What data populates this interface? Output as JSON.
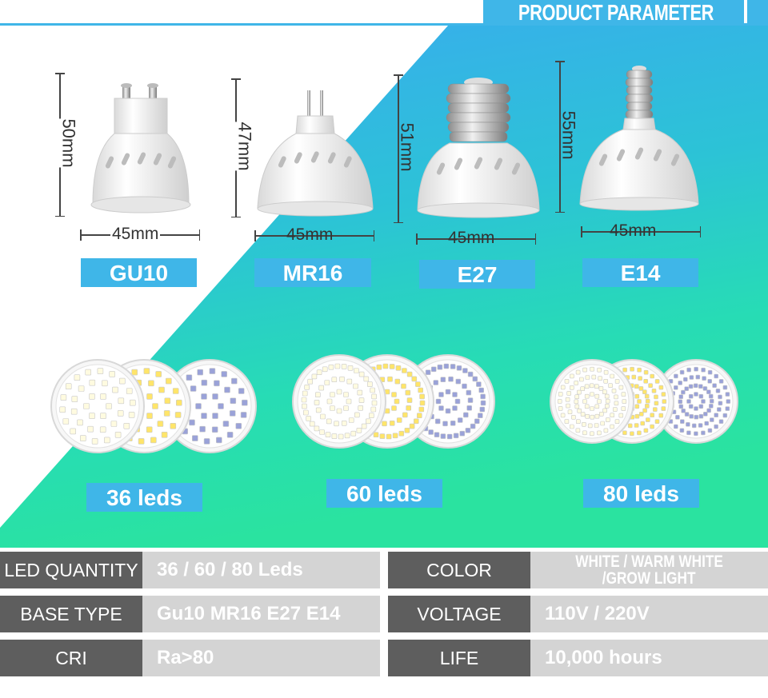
{
  "header": {
    "title": "PRODUCT PARAMETER"
  },
  "colors": {
    "accent": "#3fb6e8",
    "gradient_top": "#3aaaf0",
    "gradient_mid": "#27d1c8",
    "gradient_low": "#27e6a6",
    "label_bg": "#5e5e5e",
    "value_bg": "#d4d4d4"
  },
  "bulbs": [
    {
      "type": "GU10",
      "height": "50mm",
      "width": "45mm"
    },
    {
      "type": "MR16",
      "height": "47mm",
      "width": "45mm"
    },
    {
      "type": "E27",
      "height": "51mm",
      "width": "45mm"
    },
    {
      "type": "E14",
      "height": "55mm",
      "width": "45mm"
    }
  ],
  "led_groups": [
    {
      "label": "36 leds",
      "count": 36
    },
    {
      "label": "60 leds",
      "count": 60
    },
    {
      "label": "80 leds",
      "count": 80
    }
  ],
  "specs": {
    "left": [
      {
        "label": "LED QUANTITY",
        "value": "36 / 60 / 80 Leds"
      },
      {
        "label": "BASE TYPE",
        "value": "Gu10 MR16 E27 E14"
      },
      {
        "label": "CRI",
        "value": "Ra>80"
      }
    ],
    "right": [
      {
        "label": "COLOR",
        "value_line1": "WHITE / WARM WHITE",
        "value_line2": "/GROW LIGHT"
      },
      {
        "label": "VOLTAGE",
        "value": "110V / 220V"
      },
      {
        "label": "LIFE",
        "value": "10,000 hours"
      }
    ]
  }
}
